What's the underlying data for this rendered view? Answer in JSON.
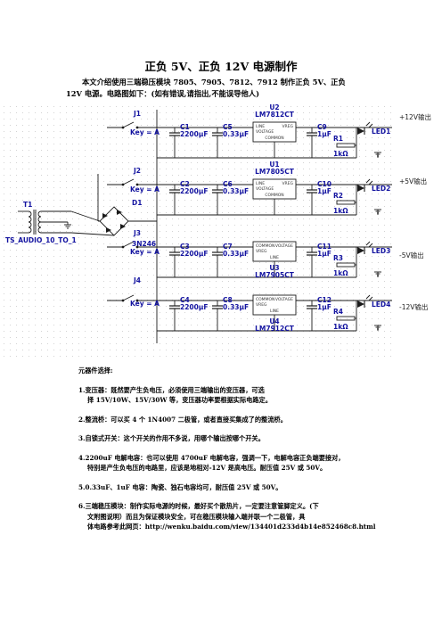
{
  "title": "正负 5V、正负 12V 电源制作",
  "intro": {
    "line1": "本文介绍使用三端稳压模块 7805、7905、7812、7912 制作正负 5V、正负",
    "line2": "12V 电源。电路图如下：(如有错误,请指出,不能误导他人)"
  },
  "schematic": {
    "transformer": "T1",
    "transformer_part": "TS_AUDIO_10_TO_1",
    "bridge": "D1",
    "bridge_part": "3N246",
    "switches": [
      {
        "ref": "J1",
        "key": "Key = A"
      },
      {
        "ref": "J2",
        "key": "Key = A"
      },
      {
        "ref": "J3",
        "key": "Key = A"
      },
      {
        "ref": "J4",
        "key": "Key = A"
      }
    ],
    "rows": [
      {
        "reg_ref": "U2",
        "reg_part": "LM7812CT",
        "reg_pins": [
          "LINE",
          "VREG",
          "VOLTAGE",
          "COMMON"
        ],
        "c_in": "C1",
        "c_in_val": "2200μF",
        "c_mid": "C5",
        "c_mid_val": "0.33μF",
        "c_out": "C9",
        "c_out_val": "1μF",
        "r": "R1",
        "r_val": "1kΩ",
        "led": "LED1",
        "output": "+12V输出"
      },
      {
        "reg_ref": "U1",
        "reg_part": "LM7805CT",
        "reg_pins": [
          "LINE",
          "VREG",
          "VOLTAGE",
          "COMMON"
        ],
        "c_in": "C2",
        "c_in_val": "2200μF",
        "c_mid": "C6",
        "c_mid_val": "0.33μF",
        "c_out": "C10",
        "c_out_val": "1μF",
        "r": "R2",
        "r_val": "1kΩ",
        "led": "LED2",
        "output": "+5V输出"
      },
      {
        "reg_ref": "U3",
        "reg_part": "LM7905CT",
        "reg_pins": [
          "COMMON",
          "VOLTAGE",
          "VREG",
          "LINE"
        ],
        "c_in": "C3",
        "c_in_val": "2200μF",
        "c_mid": "C7",
        "c_mid_val": "0.33μF",
        "c_out": "C11",
        "c_out_val": "1μF",
        "r": "R3",
        "r_val": "1kΩ",
        "led": "LED3",
        "output": "-5V输出"
      },
      {
        "reg_ref": "U4",
        "reg_part": "LM7912CT",
        "reg_pins": [
          "COMMON",
          "VOLTAGE",
          "VREG",
          "LINE"
        ],
        "c_in": "C4",
        "c_in_val": "2200μF",
        "c_mid": "C8",
        "c_mid_val": "0.33μF",
        "c_out": "C12",
        "c_out_val": "1μF",
        "r": "R4",
        "r_val": "1kΩ",
        "led": "LED4",
        "output": "-12V输出"
      }
    ],
    "colors": {
      "wire": "#1a1a1a",
      "label": "#1414a0",
      "part": "#1414a0",
      "dot": "#bbbbbb"
    }
  },
  "notes": {
    "heading": "元器件选择:",
    "items": [
      {
        "line1": "1.变压器：既然要产生负电压，必须使用三端输出的变压器，可选",
        "line2": "择 15V/10W、15V/30W 等，变压器功率要根据实际电路定。"
      },
      {
        "line1": "2.整流桥：可以买 4 个 1N4007 二极管，或者直接买集成了的整流桥。",
        "line2": ""
      },
      {
        "line1": "3.自锁式开关：这个开关的作用不多说，用哪个输出按哪个开关。",
        "line2": ""
      },
      {
        "line1": "4.2200uF 电解电容：也可以使用 4700uF 电解电容，强调一下，电解电容正负端要接对，",
        "line2": "特别是产生负电压的电路里，应该是地相对-12V 是高电压。耐压值 25V 或 50V。"
      },
      {
        "line1": "5.0.33uF、1uF 电容：陶瓷、独石电容均可，耐压值 25V 或 50V。",
        "line2": ""
      },
      {
        "line1": "6.三端稳压模块：制作实际电源的时候，最好买个散热片，一定要注意管脚定义。(下",
        "line2": "文附图说明）而且为保证模块安全，可在稳压模块输入端并联一个二极管，具"
      },
      {
        "line1": "体电路参考此网页：http://wenku.baidu.com/view/134401d233d4b14e852468c8.html",
        "line2": ""
      }
    ]
  }
}
